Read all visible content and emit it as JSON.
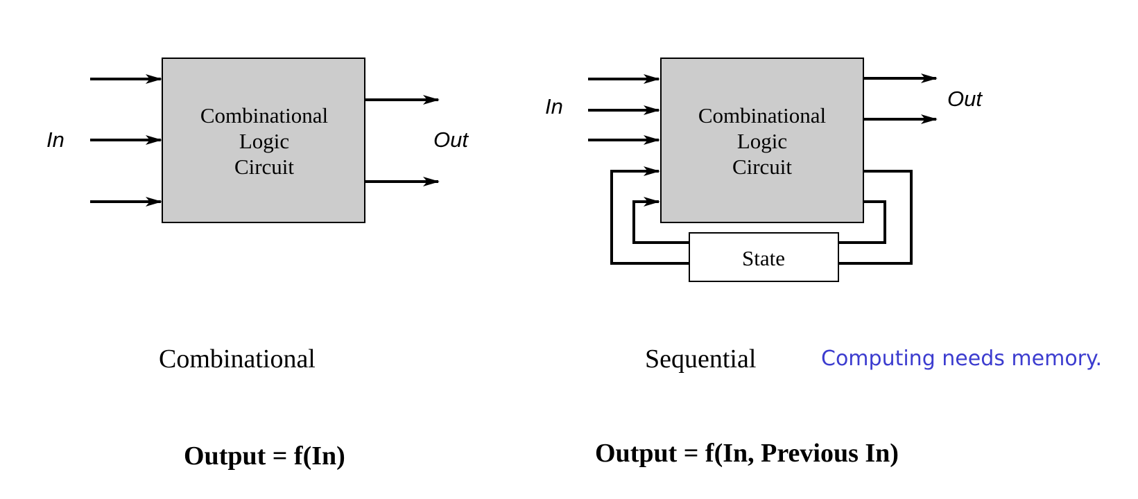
{
  "combinational": {
    "input_label": "In",
    "output_label": "Out",
    "box_lines": [
      "Combinational",
      "Logic",
      "Circuit"
    ],
    "caption": "Combinational",
    "formula": "Output = f(In)"
  },
  "sequential": {
    "input_label": "In",
    "output_label": "Out",
    "box_lines": [
      "Combinational",
      "Logic",
      "Circuit"
    ],
    "state_label": "State",
    "caption": "Sequential",
    "formula": "Output = f(In, Previous In)"
  },
  "note": "Computing needs memory.",
  "colors": {
    "box_fill": "#cccccc",
    "stroke": "#000000",
    "note_text": "#3c3ccf"
  }
}
